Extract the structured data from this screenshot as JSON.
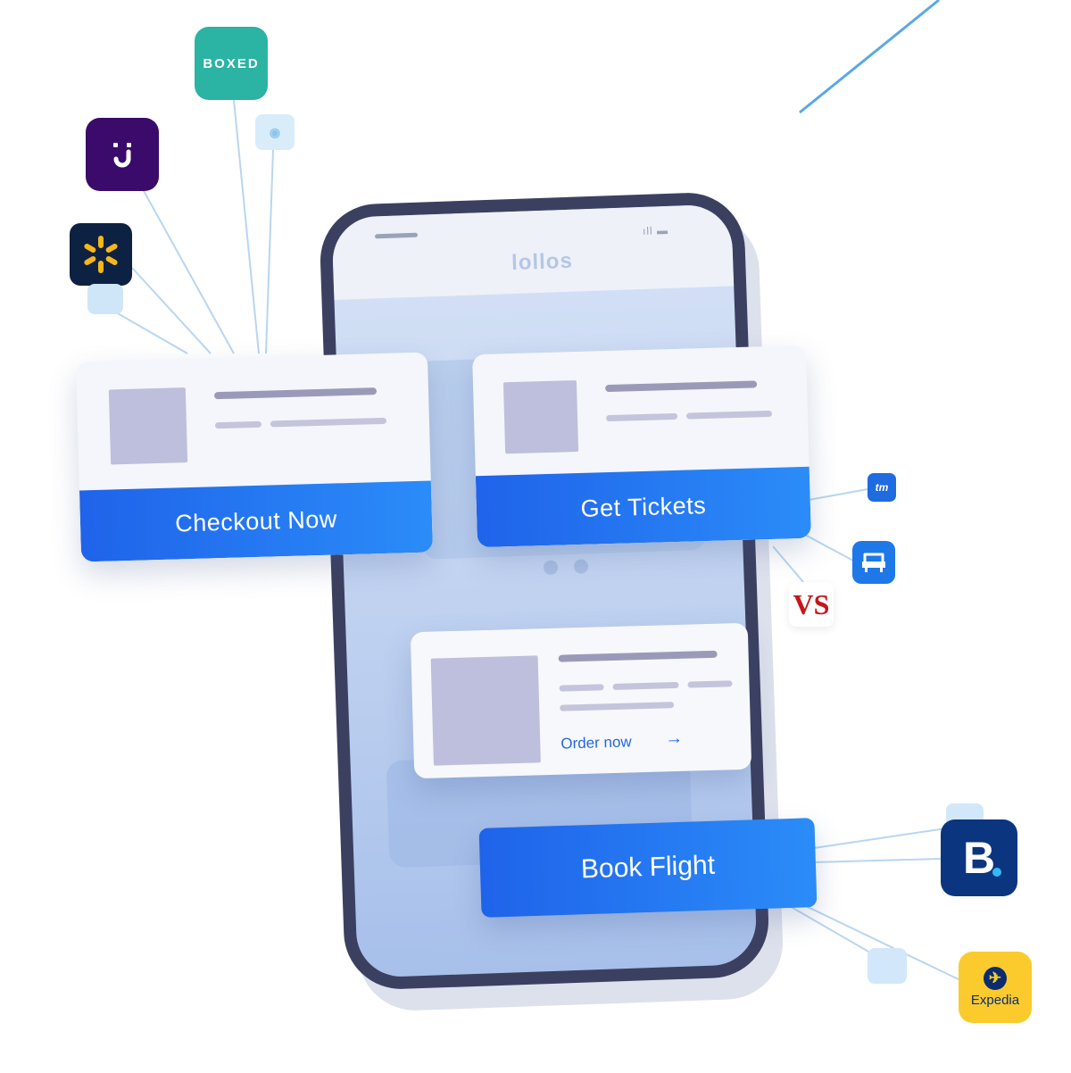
{
  "phone": {
    "app_logo": "lollos",
    "signal": "ıll ▬"
  },
  "cards": {
    "checkout": {
      "button_label": "Checkout Now"
    },
    "tickets": {
      "button_label": "Get Tickets"
    },
    "order": {
      "link_label": "Order now",
      "link_arrow": "→"
    },
    "book_flight": {
      "button_label": "Book Flight"
    }
  },
  "icons": {
    "boxed": {
      "label": "BOXED",
      "color": "#2bb3a3"
    },
    "jet": {
      "color": "#3a0b6a"
    },
    "walmart": {
      "color": "#0d2243",
      "spark": "#f7b718"
    },
    "ticketmaster": {
      "label": "tm",
      "color": "#1f6be0"
    },
    "vivid_seats": {
      "color": "#1f78e8"
    },
    "versus": {
      "label": "VS",
      "color": "#c4161c"
    },
    "booking": {
      "label": "B",
      "color": "#0c3580"
    },
    "expedia": {
      "label": "Expedia",
      "color": "#fbcb2d"
    }
  },
  "colors": {
    "primary_blue": "#1f63ea",
    "primary_blue_light": "#2b8cf8",
    "phone_frame": "#3c4060"
  }
}
